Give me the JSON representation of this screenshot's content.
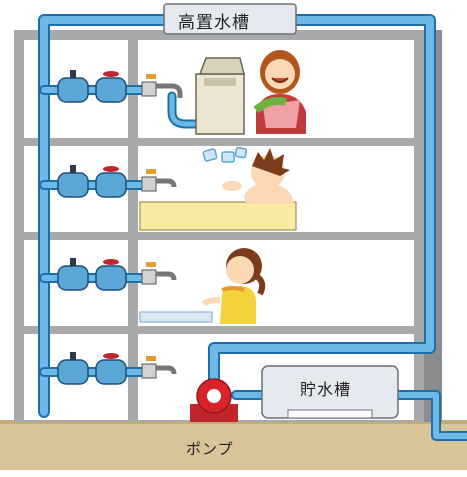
{
  "labels": {
    "elevated_tank": "高置水槽",
    "storage_tank": "貯水槽",
    "pump": "ポンプ"
  },
  "colors": {
    "water_pipe": "#6cb8e6",
    "pipe_outline": "#1d6fa8",
    "building_frame": "#a7a9ab",
    "floor_bg": "#ffffff",
    "ground": "#d9c49a",
    "pump": "#d8232a",
    "tank": "#e6eaf0",
    "valve": "#5aa6d6",
    "valve_handle": "#2b3a4a"
  },
  "floors": [
    {
      "activity": "washing-machine"
    },
    {
      "activity": "bathtub"
    },
    {
      "activity": "sink"
    },
    {
      "activity": "none"
    }
  ]
}
